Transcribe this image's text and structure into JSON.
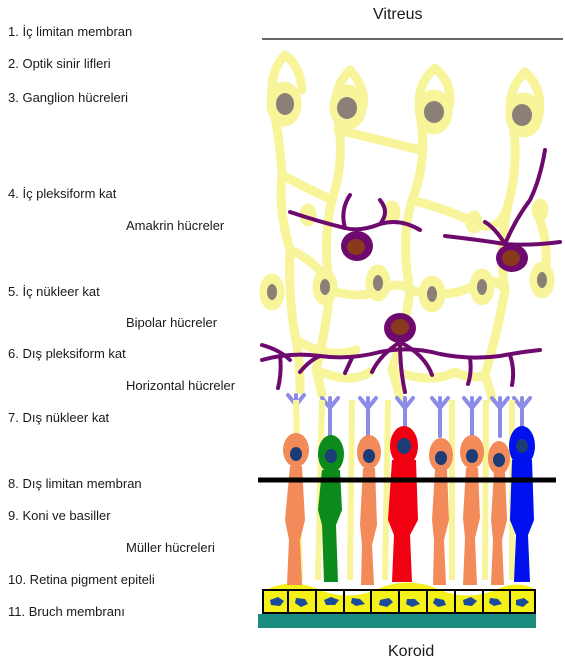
{
  "diagram": {
    "top_label": "Vitreus",
    "bottom_label": "Koroid",
    "layers": [
      "1. İç limitan membran",
      "2. Optik sinir lifleri",
      "3. Ganglion hücreleri",
      "4. İç pleksiform kat",
      "5. İç nükleer kat",
      "6. Dış pleksiform kat",
      "7. Dış nükleer kat",
      "8. Dış limitan membran",
      "9. Koni ve basiller",
      "10. Retina pigment epiteli",
      "11. Bruch membranı"
    ],
    "cell_labels": {
      "amakrin": "Amakrin hücreler",
      "bipolar": "Bipolar hücreler",
      "horizontal": "Horizontal hücreler",
      "muller": "Müller hücreleri"
    },
    "colors": {
      "muller_yellow": "#f8f49a",
      "soma_gray": "#8a8078",
      "purple": "#6e0a6e",
      "amakrin_nucleus": "#8a3a1c",
      "connector_blue": "#8c8ce8",
      "rod_orange": "#f28a5a",
      "cone_green": "#0d8a1c",
      "cone_red": "#f00010",
      "cone_blue": "#0010ee",
      "nucleus_navy": "#1c3c78",
      "rpe_yellow": "#f4f018",
      "rpe_nucleus": "#1a4a9a",
      "bruch_teal": "#1a8c80",
      "membrane_black": "#000000",
      "vitreus_line": "#666666"
    }
  }
}
